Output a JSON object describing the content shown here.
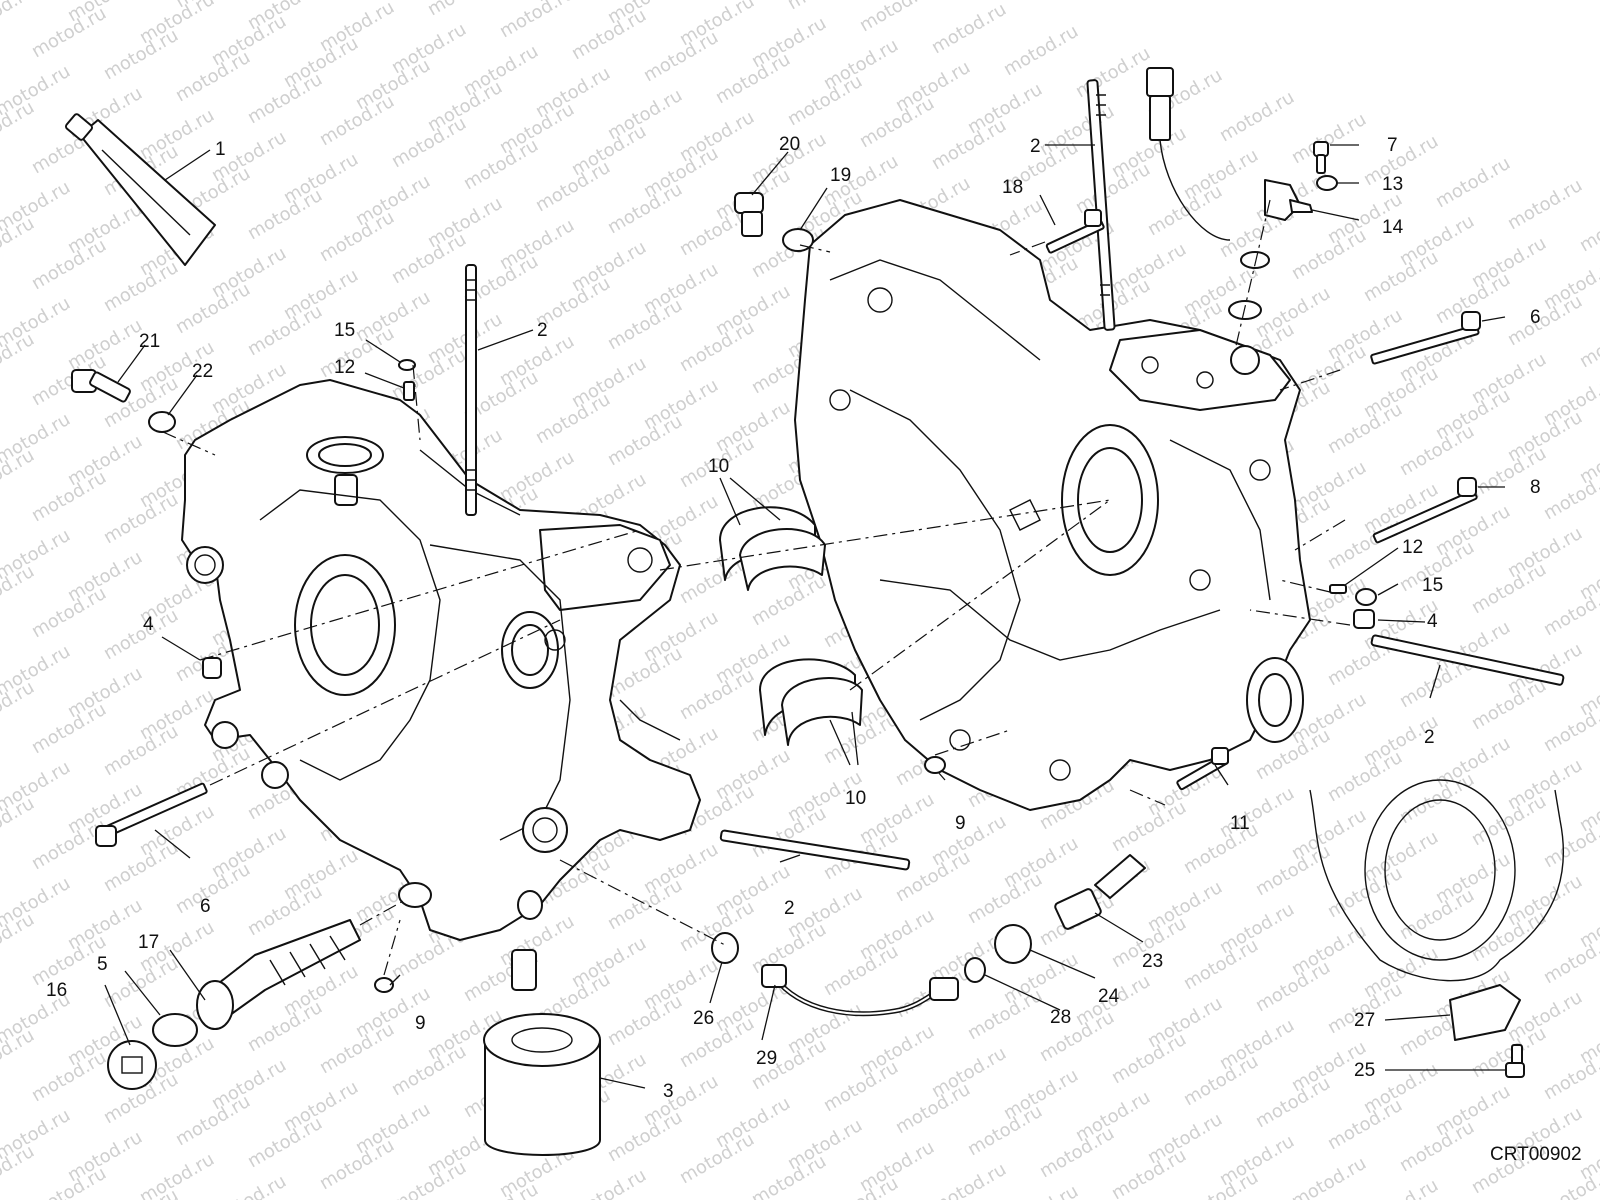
{
  "watermark": "motod.ru",
  "drawing_code": "CRT00902",
  "callouts": [
    {
      "id": "c1",
      "label": "1"
    },
    {
      "id": "c2a",
      "label": "2"
    },
    {
      "id": "c2b",
      "label": "2"
    },
    {
      "id": "c2c",
      "label": "2"
    },
    {
      "id": "c2d",
      "label": "2"
    },
    {
      "id": "c3",
      "label": "3"
    },
    {
      "id": "c4a",
      "label": "4"
    },
    {
      "id": "c4b",
      "label": "4"
    },
    {
      "id": "c5",
      "label": "5"
    },
    {
      "id": "c6a",
      "label": "6"
    },
    {
      "id": "c6b",
      "label": "6"
    },
    {
      "id": "c7",
      "label": "7"
    },
    {
      "id": "c8",
      "label": "8"
    },
    {
      "id": "c9a",
      "label": "9"
    },
    {
      "id": "c9b",
      "label": "9"
    },
    {
      "id": "c10a",
      "label": "10"
    },
    {
      "id": "c10b",
      "label": "10"
    },
    {
      "id": "c11",
      "label": "11"
    },
    {
      "id": "c12a",
      "label": "12"
    },
    {
      "id": "c12b",
      "label": "12"
    },
    {
      "id": "c13",
      "label": "13"
    },
    {
      "id": "c14",
      "label": "14"
    },
    {
      "id": "c15a",
      "label": "15"
    },
    {
      "id": "c15b",
      "label": "15"
    },
    {
      "id": "c16",
      "label": "16"
    },
    {
      "id": "c17",
      "label": "17"
    },
    {
      "id": "c18",
      "label": "18"
    },
    {
      "id": "c19",
      "label": "19"
    },
    {
      "id": "c20",
      "label": "20"
    },
    {
      "id": "c21",
      "label": "21"
    },
    {
      "id": "c22",
      "label": "22"
    },
    {
      "id": "c23",
      "label": "23"
    },
    {
      "id": "c24",
      "label": "24"
    },
    {
      "id": "c25",
      "label": "25"
    },
    {
      "id": "c26",
      "label": "26"
    },
    {
      "id": "c27",
      "label": "27"
    },
    {
      "id": "c28",
      "label": "28"
    },
    {
      "id": "c29",
      "label": "29"
    }
  ]
}
